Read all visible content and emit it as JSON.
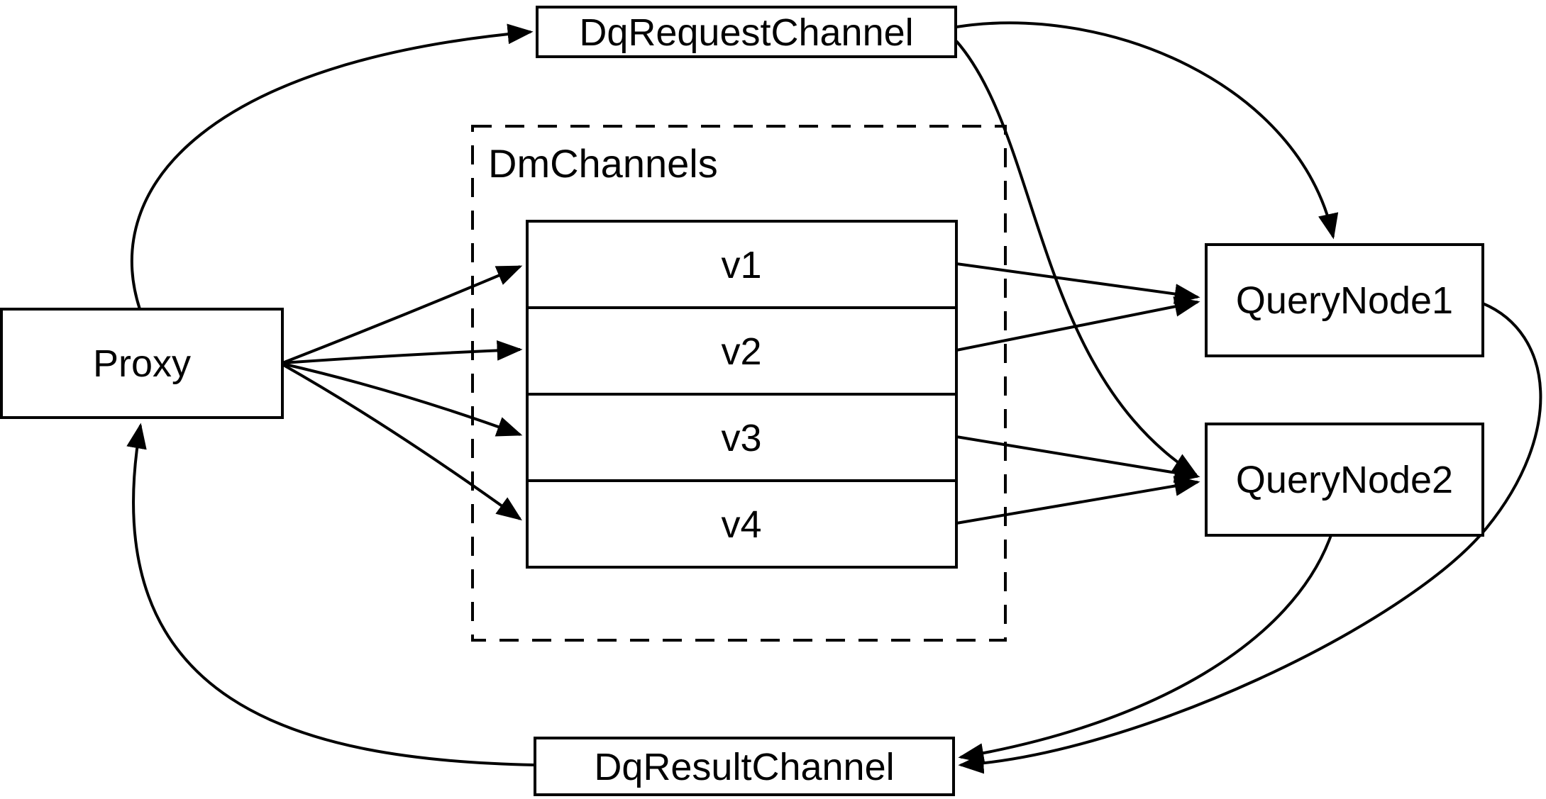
{
  "diagram": {
    "background_color": "#ffffff",
    "stroke_color": "#000000",
    "nodes": {
      "proxy": {
        "label": "Proxy"
      },
      "dq_request_channel": {
        "label": "DqRequestChannel"
      },
      "dm_channels": {
        "label": "DmChannels",
        "channels": [
          "v1",
          "v2",
          "v3",
          "v4"
        ]
      },
      "query_node_1": {
        "label": "QueryNode1"
      },
      "query_node_2": {
        "label": "QueryNode2"
      },
      "dq_result_channel": {
        "label": "DqResultChannel"
      }
    },
    "edges": [
      {
        "from": "Proxy",
        "to": "DqRequestChannel"
      },
      {
        "from": "Proxy",
        "to": "v1"
      },
      {
        "from": "Proxy",
        "to": "v2"
      },
      {
        "from": "Proxy",
        "to": "v3"
      },
      {
        "from": "Proxy",
        "to": "v4"
      },
      {
        "from": "v1",
        "to": "QueryNode1"
      },
      {
        "from": "v2",
        "to": "QueryNode1"
      },
      {
        "from": "v3",
        "to": "QueryNode2"
      },
      {
        "from": "v4",
        "to": "QueryNode2"
      },
      {
        "from": "DqRequestChannel",
        "to": "QueryNode1"
      },
      {
        "from": "DqRequestChannel",
        "to": "QueryNode2"
      },
      {
        "from": "QueryNode1",
        "to": "DqResultChannel"
      },
      {
        "from": "QueryNode2",
        "to": "DqResultChannel"
      },
      {
        "from": "DqResultChannel",
        "to": "Proxy"
      }
    ]
  }
}
